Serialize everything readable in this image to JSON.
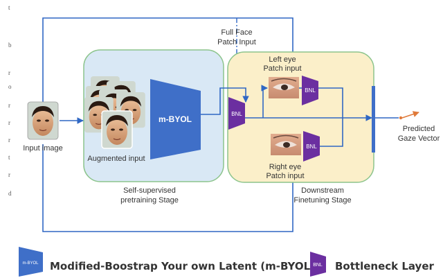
{
  "labels": {
    "input_image": "Input image",
    "augmented_input": "Augmented input",
    "mbyol_block": "m-BYOL",
    "full_face_patch_line1": "Full   Face",
    "full_face_patch_line2": "Patch   Input",
    "left_eye_line1": "Left eye",
    "left_eye_line2": "Patch input",
    "right_eye_line1": "Right eye",
    "right_eye_line2": "Patch   input",
    "bnl": "BNL",
    "self_supervised_line1": "Self-supervised",
    "self_supervised_line2": "pretraining Stage",
    "downstream_line1": "Downstream",
    "downstream_line2": "Finetuning Stage",
    "predicted_line1": "Predicted",
    "predicted_line2": "Gaze Vector"
  },
  "legend": {
    "mbyol_icon_text": "m-BYOL",
    "mbyol_text": "Modified-Boostrap Your own Latent (m-BYOL)",
    "bnl_icon_text": "BNL",
    "bnl_text": "Bottleneck Layer"
  },
  "side_text": [
    "t",
    "b",
    "r",
    "o",
    "r",
    "r",
    "r",
    "t",
    "r",
    "d"
  ],
  "colors": {
    "arrow_blue": "#2f67c4",
    "mbyol_blue": "#3f6fc8",
    "bnl_purple": "#6b2fa0",
    "pretrain_bg": "#d9e8f5",
    "pretrain_border": "#7fbf7f",
    "finetune_bg": "#fbefc9",
    "finetune_border": "#7fbf7f",
    "output_orange": "#e07a3a"
  }
}
